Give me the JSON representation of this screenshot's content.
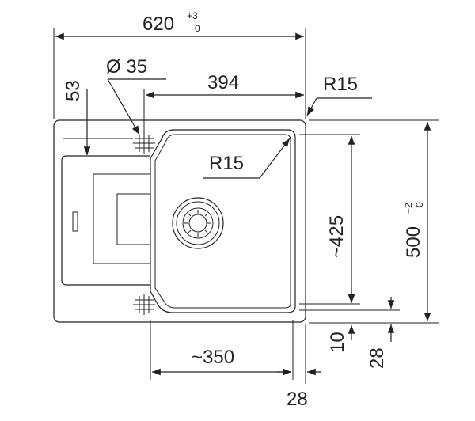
{
  "dimensions": {
    "overall_width": "620",
    "overall_width_tol_upper": "+3",
    "overall_width_tol_lower": "0",
    "overall_depth": "500",
    "overall_depth_tol_upper": "+2",
    "overall_depth_tol_lower": "0",
    "hole_diameter": "Ø 35",
    "left_offset": "53",
    "bowl_width": "394",
    "outer_radius": "R15",
    "inner_radius": "R15",
    "bowl_depth": "~425",
    "bowl_bottom_width": "~350",
    "right_margin": "28",
    "bottom_margin_10": "10",
    "bottom_margin_28": "28"
  },
  "colors": {
    "line": "#222222",
    "background": "#ffffff"
  },
  "icons": {
    "drain": "drain-strainer-icon",
    "tap_hole": "tap-hole-cross-icon"
  }
}
